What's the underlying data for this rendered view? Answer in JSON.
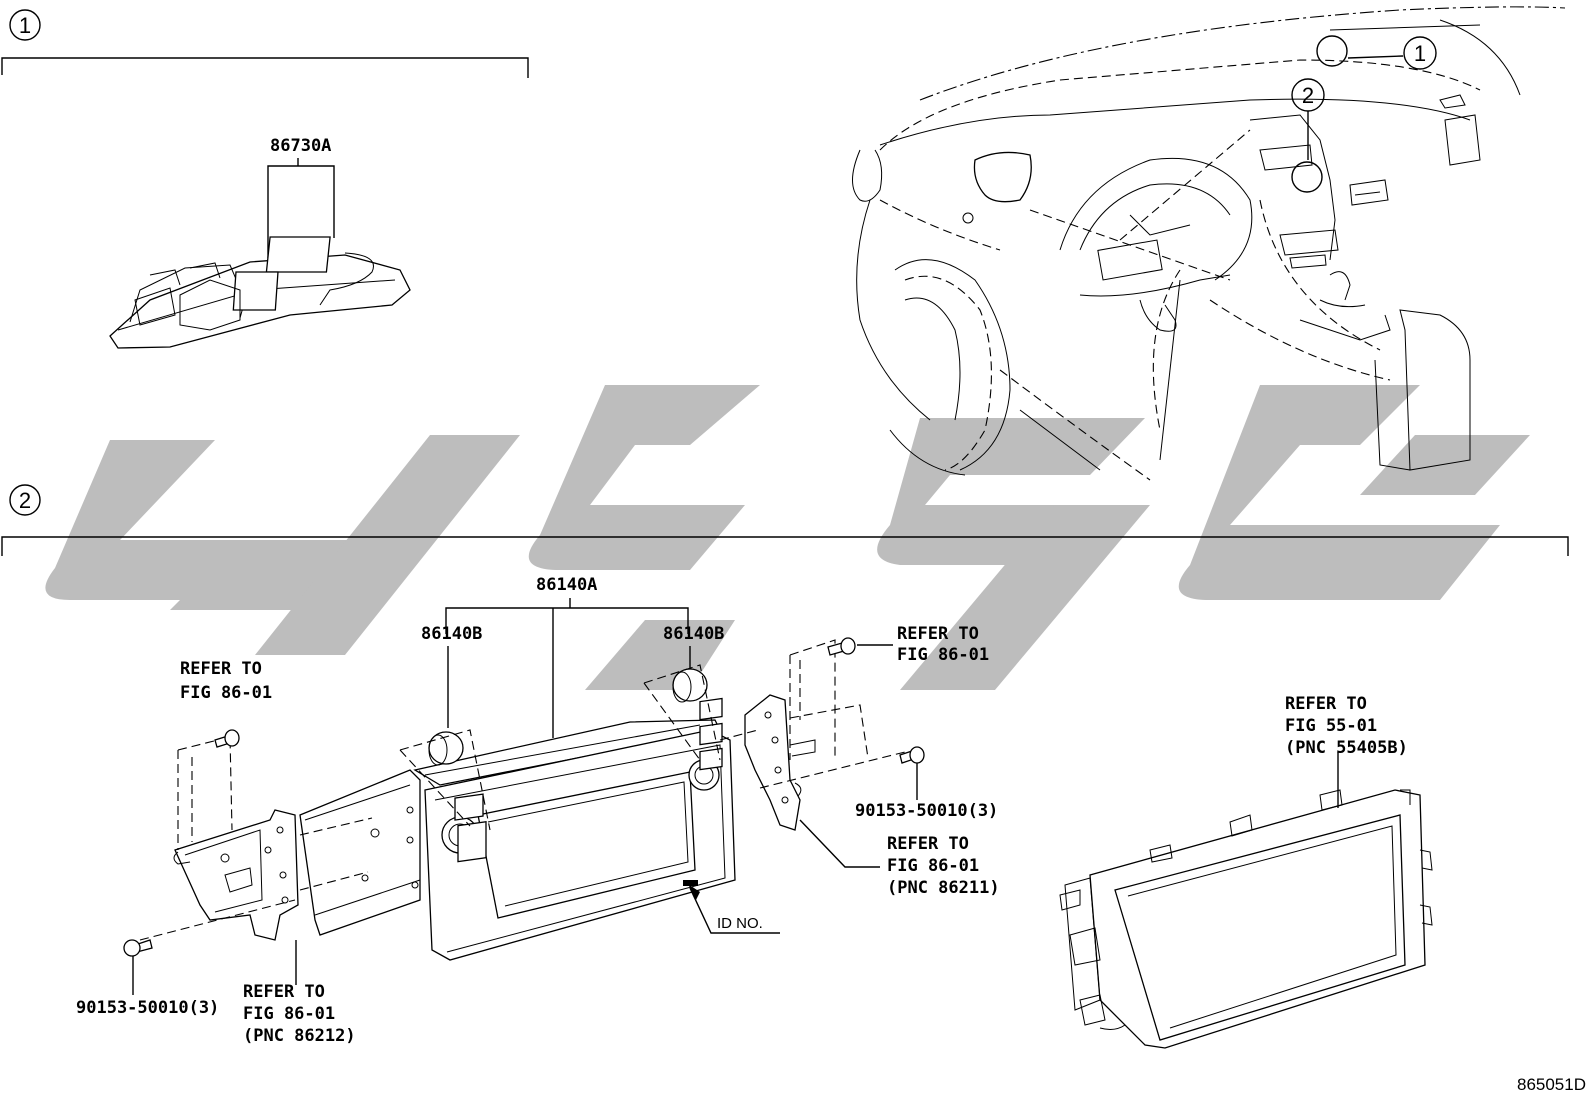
{
  "sections": [
    {
      "number": "1",
      "part_label": "86730A"
    },
    {
      "number": "2",
      "part_labels": {
        "assembly": "86140A",
        "knob_left": "86140B",
        "knob_right": "86140B"
      }
    }
  ],
  "callouts": {
    "loc_1": "1",
    "loc_2": "2",
    "refer_top_left": [
      "REFER TO",
      "FIG 86-01"
    ],
    "refer_top_right": [
      "REFER TO",
      "FIG 86-01"
    ],
    "screw_right": "90153-50010(3)",
    "refer_bracket_right": [
      "REFER TO",
      "FIG 86-01",
      "(PNC 86211)"
    ],
    "id_no": "ID NO.",
    "screw_left": "90153-50010(3)",
    "refer_bracket_left": [
      "REFER TO",
      "FIG 86-01",
      "(PNC 86212)"
    ],
    "refer_panel": [
      "REFER TO",
      "FIG 55-01",
      "(PNC 55405B)"
    ]
  },
  "diagram_code": "865051D"
}
